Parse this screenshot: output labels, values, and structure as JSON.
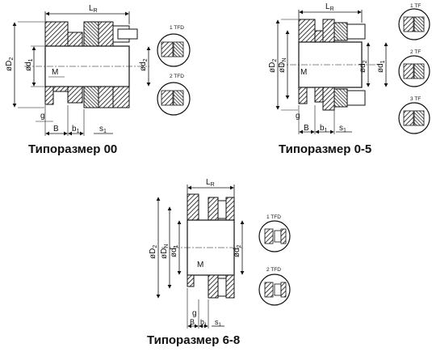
{
  "captions": {
    "size_00": "Типоразмер 00",
    "size_0_5": "Типоразмер 0-5",
    "size_6_8": "Типоразмер 6-8"
  },
  "dims": {
    "LR": "L",
    "LR_sub": "R",
    "D2": "øD",
    "D2_sub": "2",
    "DN": "øD",
    "DN_sub": "N",
    "d1": "ød",
    "d1_sub": "1",
    "d2": "ød",
    "d2_sub": "2",
    "M": "M",
    "g": "g",
    "B": "B",
    "b1": "b",
    "b1_sub": "1",
    "s1": "s",
    "s1_sub": "1"
  },
  "variants": {
    "tfd1": "1 TFD",
    "tfd2": "2 TFD",
    "tf1": "1 TF",
    "tf2": "2 TF",
    "tf3": "3 TF"
  }
}
